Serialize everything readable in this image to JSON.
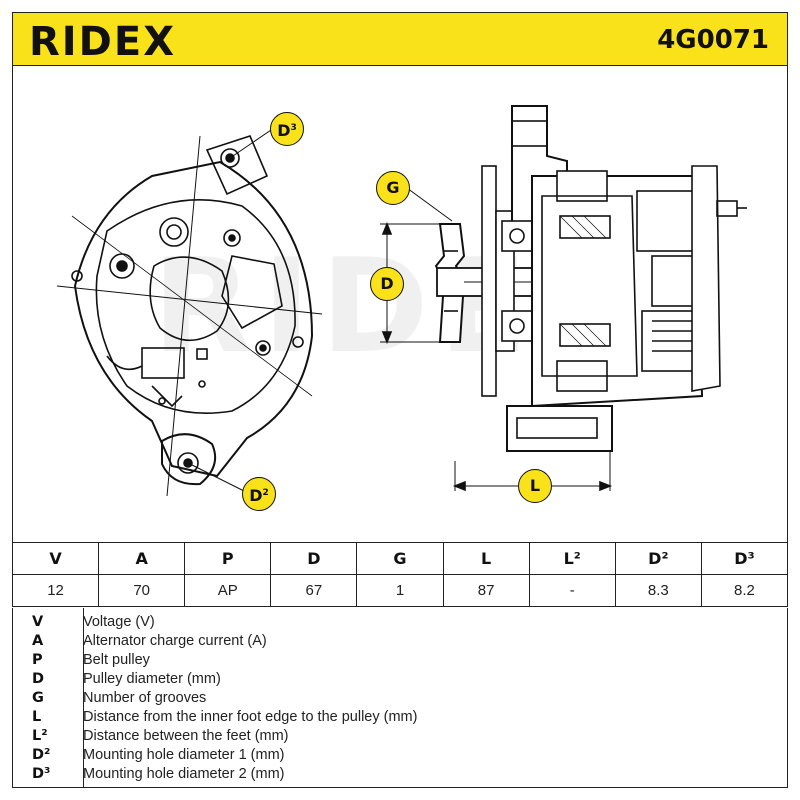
{
  "header": {
    "brand": "RIDEX",
    "part_number": "4G0071"
  },
  "callouts": {
    "d3": "D³",
    "g": "G",
    "d": "D",
    "d2": "D²",
    "l": "L"
  },
  "watermark": "RIDEX",
  "specs": {
    "headers": [
      "V",
      "A",
      "P",
      "D",
      "G",
      "L",
      "L²",
      "D²",
      "D³"
    ],
    "values": [
      "12",
      "70",
      "AP",
      "67",
      "1",
      "87",
      "-",
      "8.3",
      "8.2"
    ]
  },
  "legend": [
    {
      "key": "V",
      "desc": "Voltage (V)"
    },
    {
      "key": "A",
      "desc": "Alternator charge current (A)"
    },
    {
      "key": "P",
      "desc": "Belt pulley"
    },
    {
      "key": "D",
      "desc": "Pulley diameter (mm)"
    },
    {
      "key": "G",
      "desc": "Number of grooves"
    },
    {
      "key": "L",
      "desc": "Distance from the inner foot edge to the pulley (mm)"
    },
    {
      "key": "L²",
      "desc": "Distance between the feet (mm)"
    },
    {
      "key": "D²",
      "desc": "Mounting hole diameter 1 (mm)"
    },
    {
      "key": "D³",
      "desc": "Mounting hole diameter 2 (mm)"
    }
  ],
  "colors": {
    "accent": "#f9e21a",
    "ink": "#111111"
  }
}
